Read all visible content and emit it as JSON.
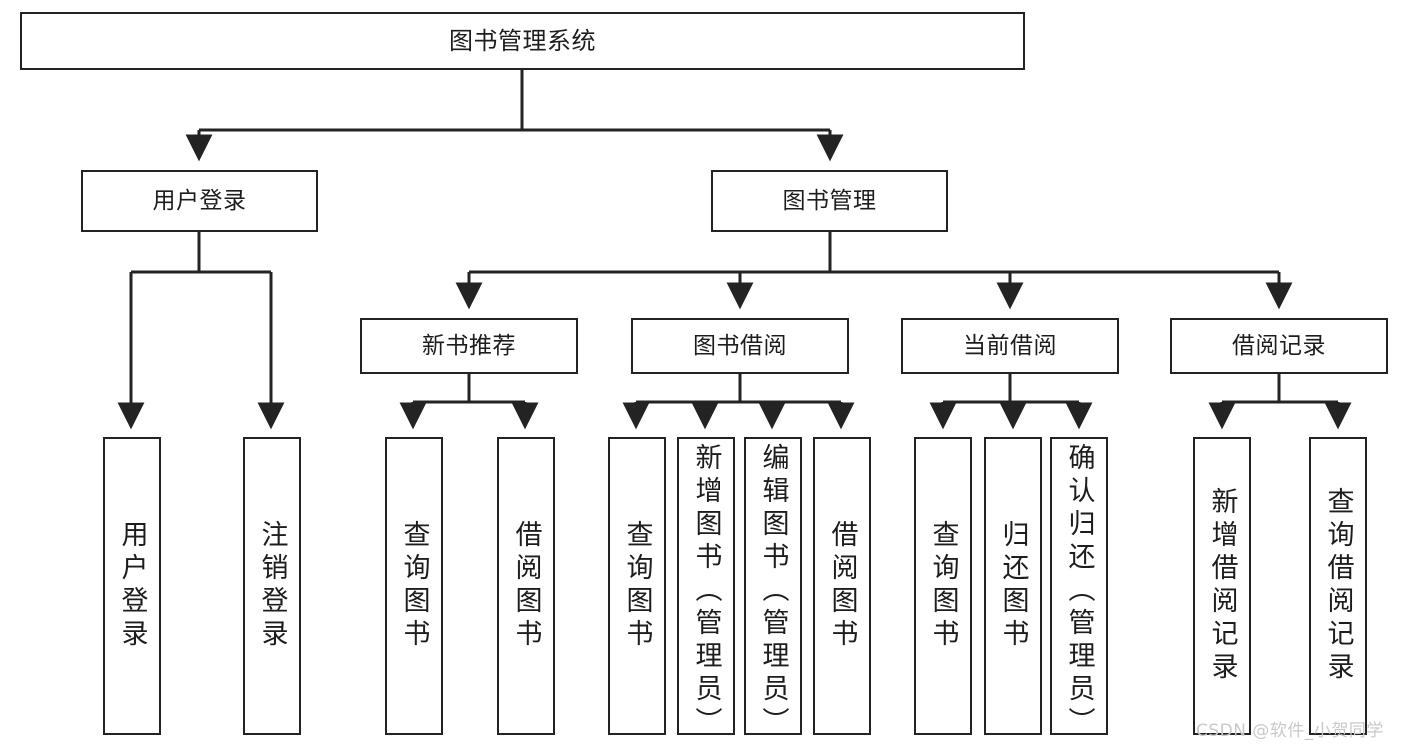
{
  "diagram": {
    "type": "tree-hierarchy-chart",
    "title": "图书管理系统",
    "stroke_color": "#232323",
    "fill_color": "#ffffff",
    "text_color": "#1d1d1d",
    "nodes": {
      "root": {
        "label": "图书管理系统"
      },
      "level2": [
        {
          "id": "user-login",
          "label": "用户登录"
        },
        {
          "id": "book-management",
          "label": "图书管理"
        }
      ],
      "level3": [
        {
          "id": "new-book-recommend",
          "label": "新书推荐"
        },
        {
          "id": "book-borrow",
          "label": "图书借阅"
        },
        {
          "id": "current-borrow",
          "label": "当前借阅"
        },
        {
          "id": "borrow-record",
          "label": "借阅记录"
        }
      ],
      "leaves": {
        "user_login": [
          {
            "id": "leaf-user-login",
            "label": "用户登录"
          },
          {
            "id": "leaf-logout-login",
            "label": "注销登录"
          }
        ],
        "new_book_recommend": [
          {
            "id": "leaf-query-book-1",
            "label": "查询图书"
          },
          {
            "id": "leaf-borrow-book-1",
            "label": "借阅图书"
          }
        ],
        "book_borrow": [
          {
            "id": "leaf-query-book-2",
            "label": "查询图书"
          },
          {
            "id": "leaf-add-book-admin",
            "label": "新增图书（管理员）"
          },
          {
            "id": "leaf-edit-book-admin",
            "label": "编辑图书（管理员）"
          },
          {
            "id": "leaf-borrow-book-2",
            "label": "借阅图书"
          }
        ],
        "current_borrow": [
          {
            "id": "leaf-query-book-3",
            "label": "查询图书"
          },
          {
            "id": "leaf-return-book",
            "label": "归还图书"
          },
          {
            "id": "leaf-confirm-return-admin",
            "label": "确认归还（管理员）"
          }
        ],
        "borrow_record": [
          {
            "id": "leaf-add-borrow-record",
            "label": "新增借阅记录"
          },
          {
            "id": "leaf-query-borrow-record",
            "label": "查询借阅记录"
          }
        ]
      }
    },
    "watermark": "CSDN @软件_小贺同学"
  }
}
